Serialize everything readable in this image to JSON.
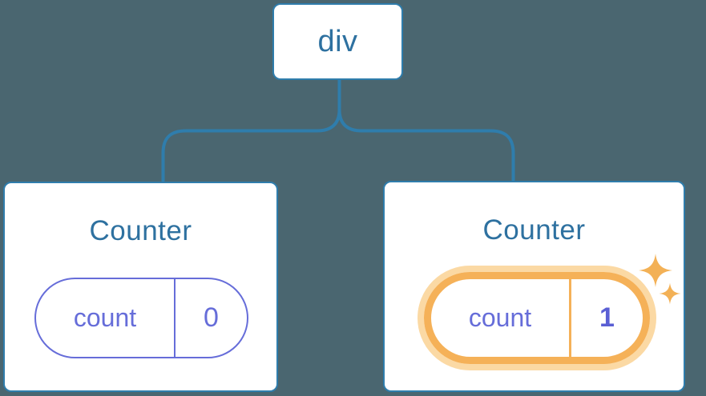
{
  "diagram": {
    "root": {
      "label": "div"
    },
    "children": [
      {
        "title": "Counter",
        "state": {
          "key": "count",
          "value": "0"
        },
        "highlighted": false
      },
      {
        "title": "Counter",
        "state": {
          "key": "count",
          "value": "1"
        },
        "highlighted": true
      }
    ]
  },
  "colors": {
    "background": "#4a6670",
    "node_border_blue": "#2f7dac",
    "connector_blue": "#2f7dac",
    "text_blue": "#2e71a0",
    "state_purple": "#666dd9",
    "state_value_purple_bold": "#5a5fd4",
    "highlight_orange": "#f5b158",
    "highlight_glow_orange": "#fbd9a4",
    "card_background": "#ffffff"
  }
}
